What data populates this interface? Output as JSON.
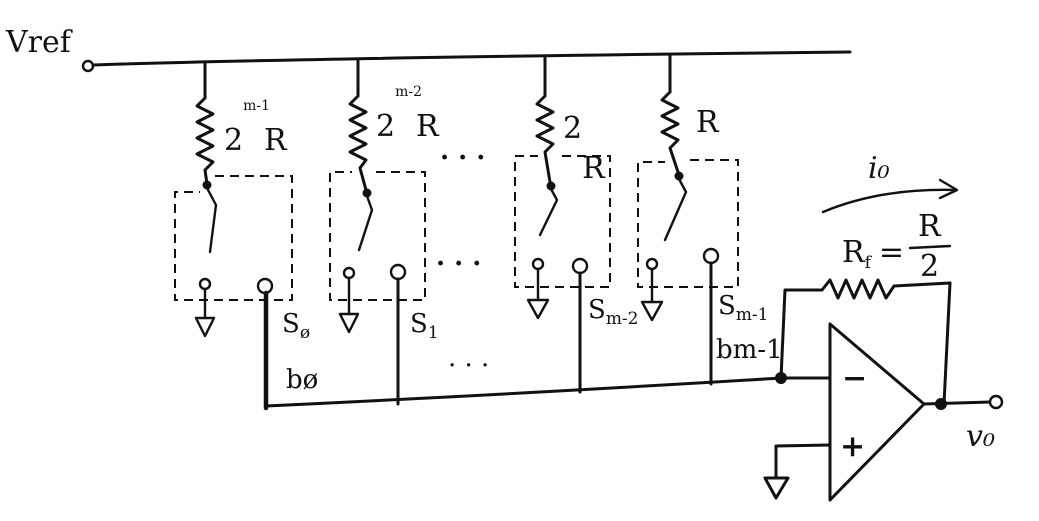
{
  "circuit": {
    "vref_label": "Vref",
    "current_label": "i₀",
    "output_label": "v₀",
    "inverting_sign": "−",
    "noninverting_sign": "+",
    "feedback": {
      "name": "R",
      "name_sub": "f",
      "equals": "=",
      "numerator": "R",
      "denominator": "2"
    },
    "ellipsis": "· · ·",
    "branches": [
      {
        "resistor_base": "2",
        "resistor_exp": "m-1",
        "resistor_unit": "R",
        "switch_name": "S",
        "switch_index": "ø",
        "bit_label": "bø"
      },
      {
        "resistor_base": "2",
        "resistor_exp": "m-2",
        "resistor_unit": "R",
        "switch_name": "S",
        "switch_index": "1",
        "bit_label": ""
      },
      {
        "resistor_base": "2",
        "resistor_exp": "",
        "resistor_unit": "R",
        "switch_name": "S",
        "switch_index": "m-2",
        "bit_label": ""
      },
      {
        "resistor_base": "",
        "resistor_exp": "",
        "resistor_unit": "R",
        "switch_name": "S",
        "switch_index": "m-1",
        "bit_label": "bm-1"
      }
    ]
  }
}
